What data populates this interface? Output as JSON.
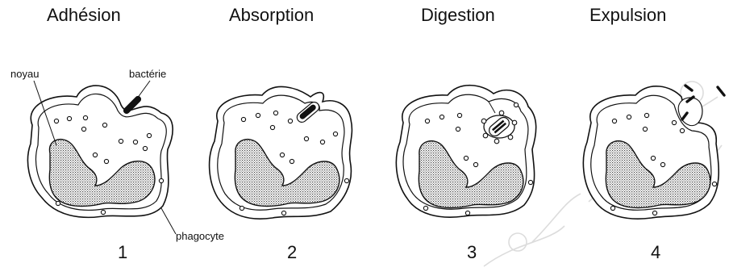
{
  "stages": [
    {
      "title": "Adhésion",
      "number": "1"
    },
    {
      "title": "Absorption",
      "number": "2"
    },
    {
      "title": "Digestion",
      "number": "3"
    },
    {
      "title": "Expulsion",
      "number": "4"
    }
  ],
  "labels": {
    "nucleus": "noyau",
    "bacterium": "bactérie",
    "phagocyte": "phagocyte"
  },
  "colors": {
    "ink": "#111111",
    "nucleus_fill": "#bdbdbd",
    "watermark": "#d8d8d8"
  }
}
